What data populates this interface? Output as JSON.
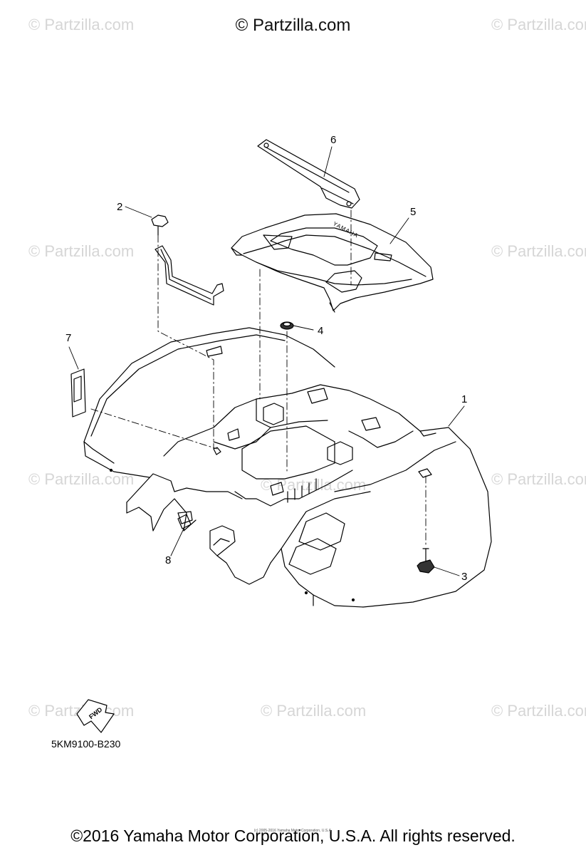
{
  "watermark": {
    "main": "© Partzilla.com",
    "repeat": "© Partzilla.com"
  },
  "callouts": [
    "1",
    "2",
    "3",
    "4",
    "5",
    "6",
    "7",
    "8"
  ],
  "fwd_label": "FWD",
  "emblem_text": "YAMAHA",
  "part_code": "5KM9100-B230",
  "copyright": "©2016 Yamaha Motor Corporation, U.S.A. All rights reserved.",
  "fine_print": "(c) 2005-2016 Yamaha Motor Corporation, U.S.A."
}
